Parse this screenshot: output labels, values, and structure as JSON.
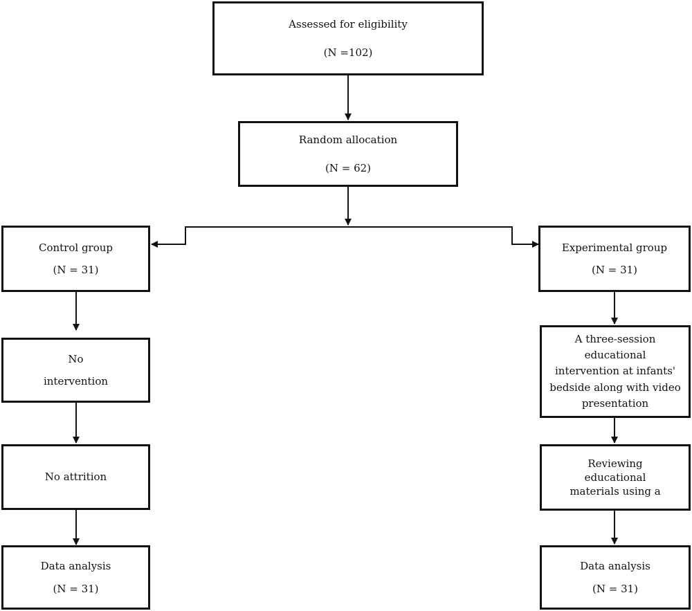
{
  "assessed": {
    "title": "Assessed for eligibility",
    "count": "(N =102)"
  },
  "allocation": {
    "title": "Random allocation",
    "count": "(N = 62)"
  },
  "control": {
    "group": {
      "title": "Control group",
      "count": "(N = 31)"
    },
    "intervention": {
      "line1": "No",
      "line2": "intervention"
    },
    "attrition": {
      "text": "No attrition"
    },
    "analysis": {
      "title": "Data analysis",
      "count": "(N = 31)"
    }
  },
  "experimental": {
    "group": {
      "title": "Experimental group",
      "count": "(N = 31)"
    },
    "intervention": {
      "line1": "A three-session educational",
      "line2": "intervention at infants'",
      "line3": "bedside along with video",
      "line4": "presentation"
    },
    "review": {
      "line1": "Reviewing",
      "line2": "educational",
      "line3": "materials using a"
    },
    "analysis": {
      "title": "Data analysis",
      "count": "(N = 31)"
    }
  }
}
